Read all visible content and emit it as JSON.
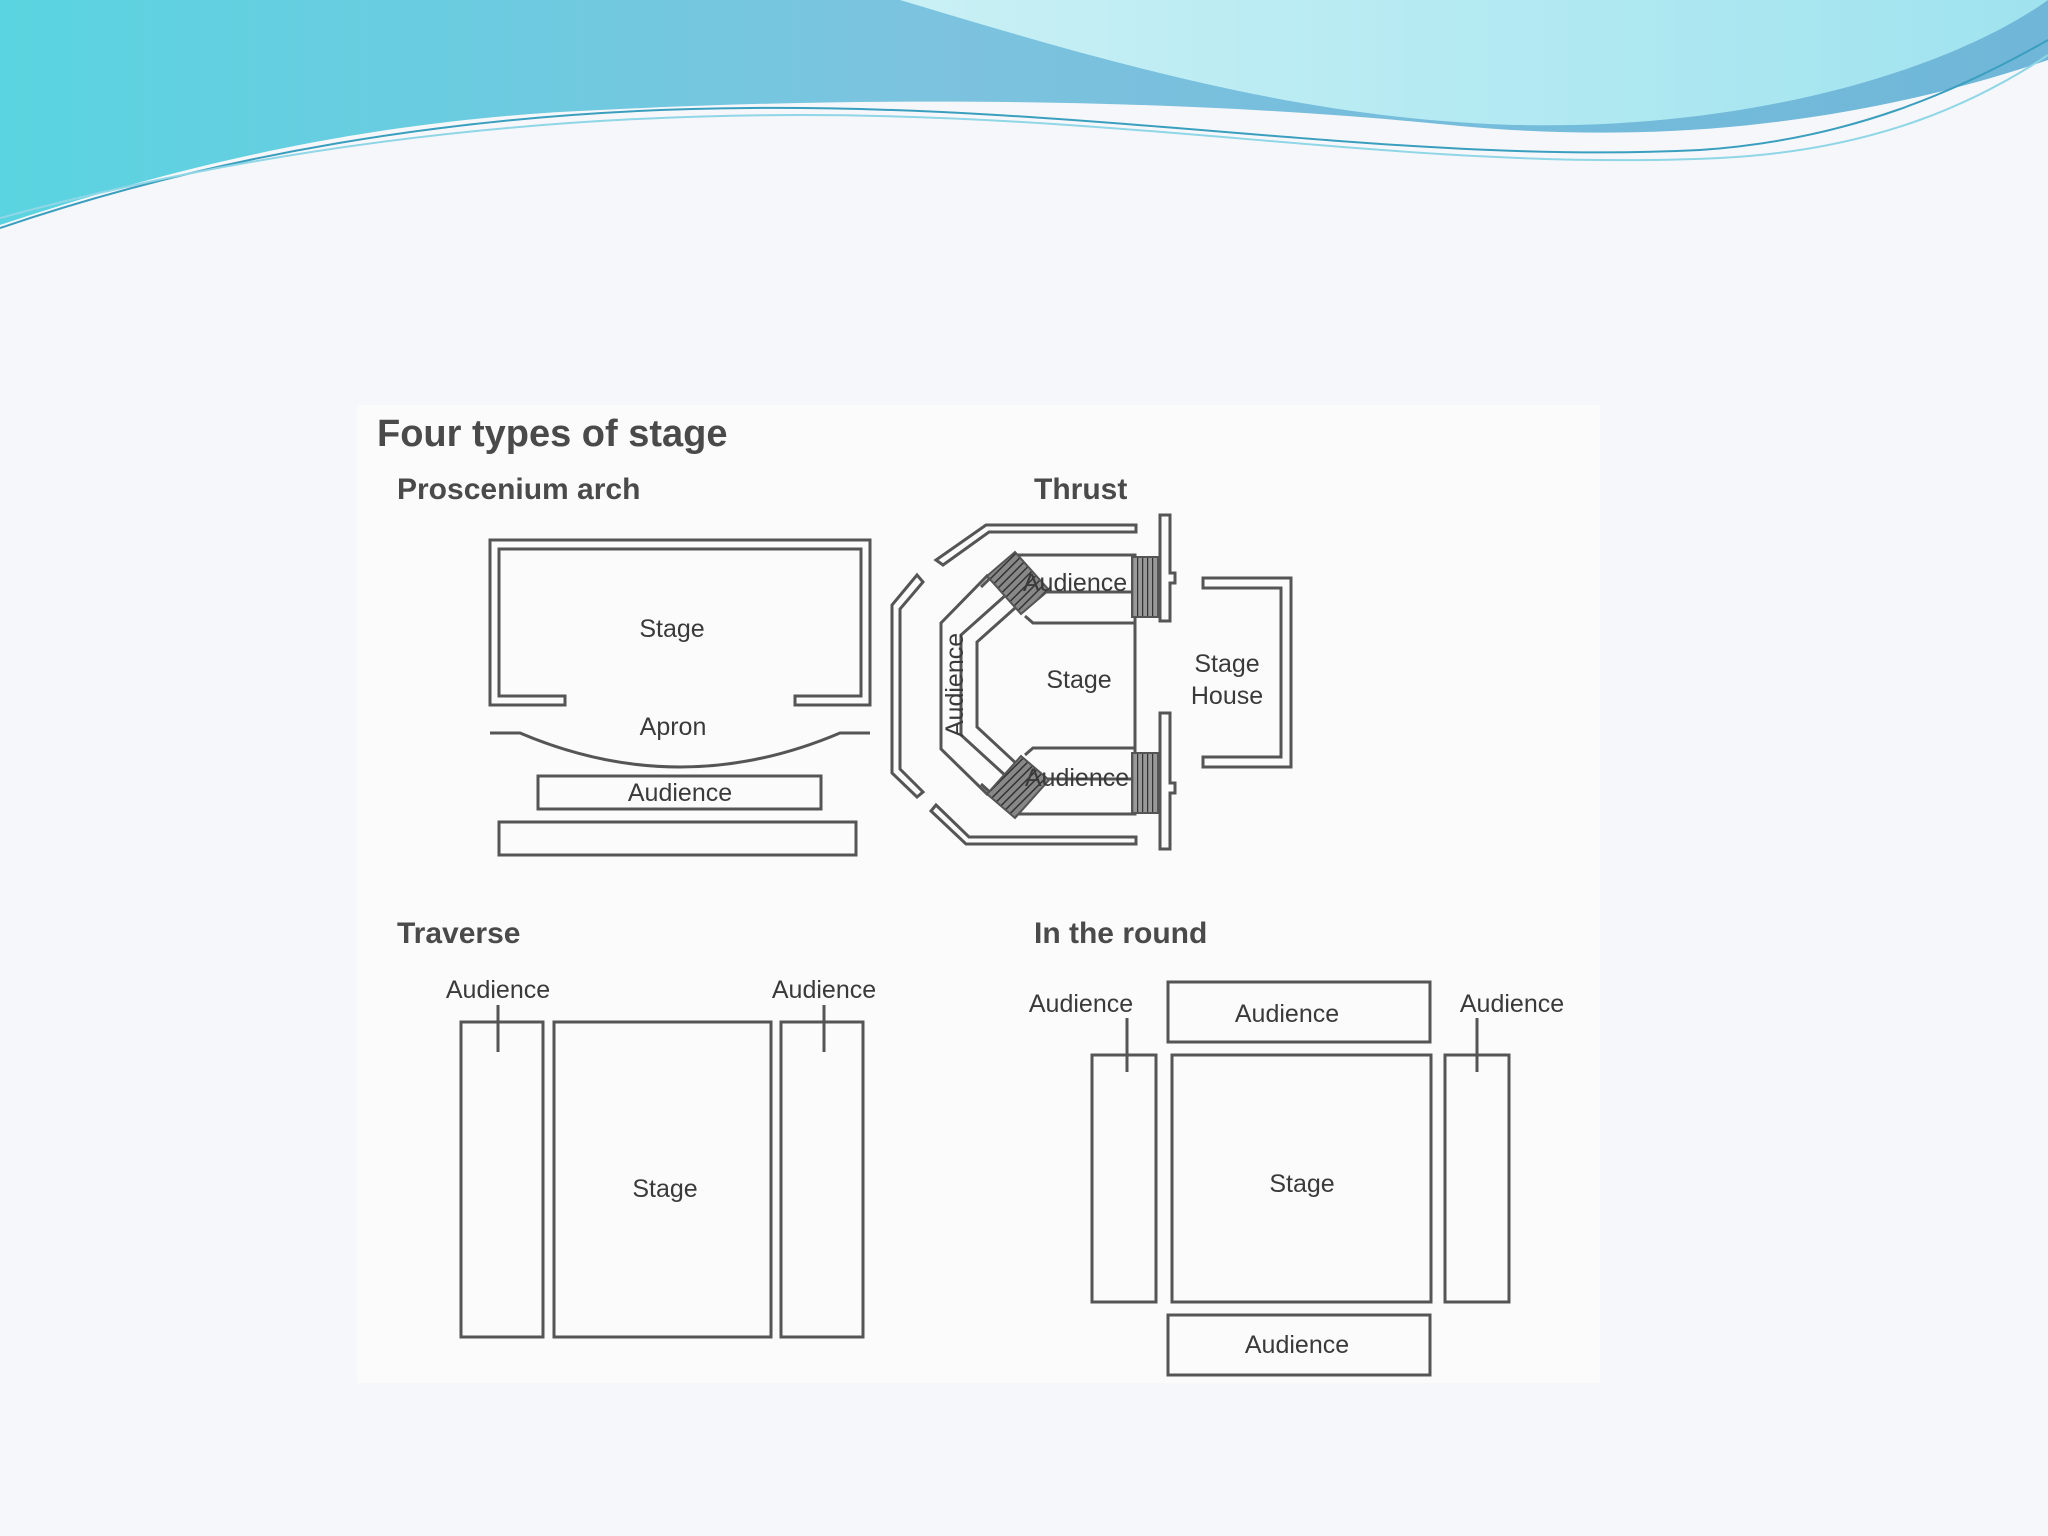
{
  "title": "Four types of stage",
  "panels": {
    "proscenium": {
      "heading": "Proscenium arch",
      "stage": "Stage",
      "apron": "Apron",
      "audience": "Audience"
    },
    "thrust": {
      "heading": "Thrust",
      "audience_top": "Audience",
      "audience_side": "Audience",
      "audience_bottom": "Audience",
      "stage": "Stage",
      "stage_house_line1": "Stage",
      "stage_house_line2": "House"
    },
    "traverse": {
      "heading": "Traverse",
      "audience_left": "Audience",
      "audience_right": "Audience",
      "stage": "Stage"
    },
    "in_the_round": {
      "heading": "In the round",
      "audience_left": "Audience",
      "audience_top": "Audience",
      "audience_right": "Audience",
      "audience_bottom": "Audience",
      "stage": "Stage"
    }
  },
  "colors": {
    "banner_light": "#b9ecf4",
    "banner_dark": "#6fc5dd",
    "line": "#555555"
  }
}
